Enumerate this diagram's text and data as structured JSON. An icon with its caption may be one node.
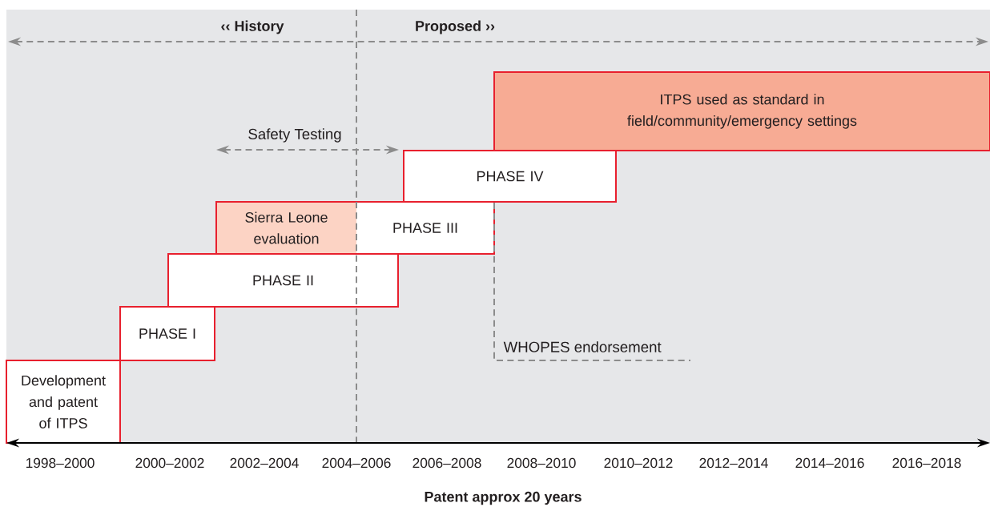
{
  "diagram": {
    "caption": "Patent approx 20 years",
    "nodes": [
      {
        "text": [
          "ITPS used as standard in field/community/emergency settings"
        ]
      },
      {
        "text": [
          "PHASE IV"
        ]
      },
      {
        "text": [
          "Sierra Leone evaluation"
        ]
      },
      {
        "text": [
          "PHASE III"
        ]
      },
      {
        "text": [
          "PHASE II"
        ]
      },
      {
        "text": [
          "PHASE I"
        ]
      },
      {
        "text": [
          "Development and patent of ITPS"
        ]
      }
    ],
    "labels": [
      "‹‹ History",
      "Proposed ››",
      "Safety Testing",
      "WHOPES endorsement",
      "1998–2000",
      "2000–2002",
      "2002–2004",
      "2004–2006",
      "2006–2008",
      "2008–2010",
      "2010–2012",
      "2012–2014",
      "2014–2016",
      "2016–2018"
    ]
  }
}
